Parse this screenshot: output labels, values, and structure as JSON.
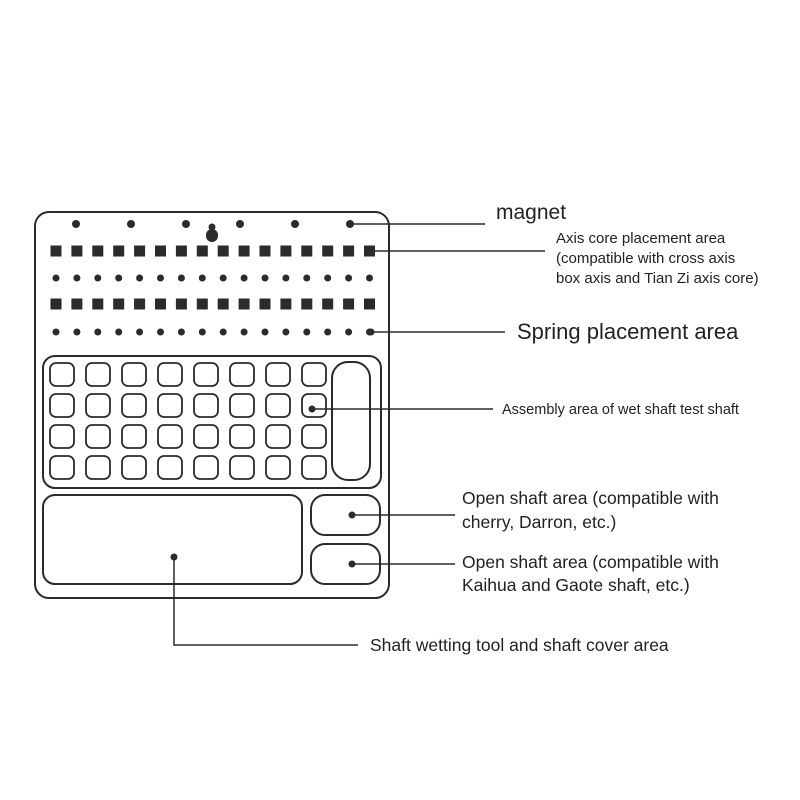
{
  "labels": {
    "magnet": "magnet",
    "axis_core_line1": "Axis core placement area",
    "axis_core_line2": "(compatible with cross axis",
    "axis_core_line3": "box axis and Tian Zi axis core)",
    "spring": "Spring placement area",
    "assembly": "Assembly area of wet shaft test shaft",
    "open_shaft_1_line1": "Open shaft area (compatible with",
    "open_shaft_1_line2": "cherry, Darron, etc.)",
    "open_shaft_2_line1": "Open shaft area (compatible with",
    "open_shaft_2_line2": "Kaihua and Gaote shaft, etc.)",
    "wetting_tool": "Shaft wetting tool and shaft cover area"
  },
  "colors": {
    "stroke": "#2b2b2b",
    "fill": "#2b2b2b",
    "text": "#222222",
    "background": "#ffffff"
  },
  "counts": {
    "magnets": 6,
    "square_slots_per_row": 16,
    "square_slot_rows": 2,
    "spring_holes_per_row": 16,
    "spring_hole_rows": 2,
    "test_slot_columns": 8,
    "test_slot_rows": 4
  }
}
